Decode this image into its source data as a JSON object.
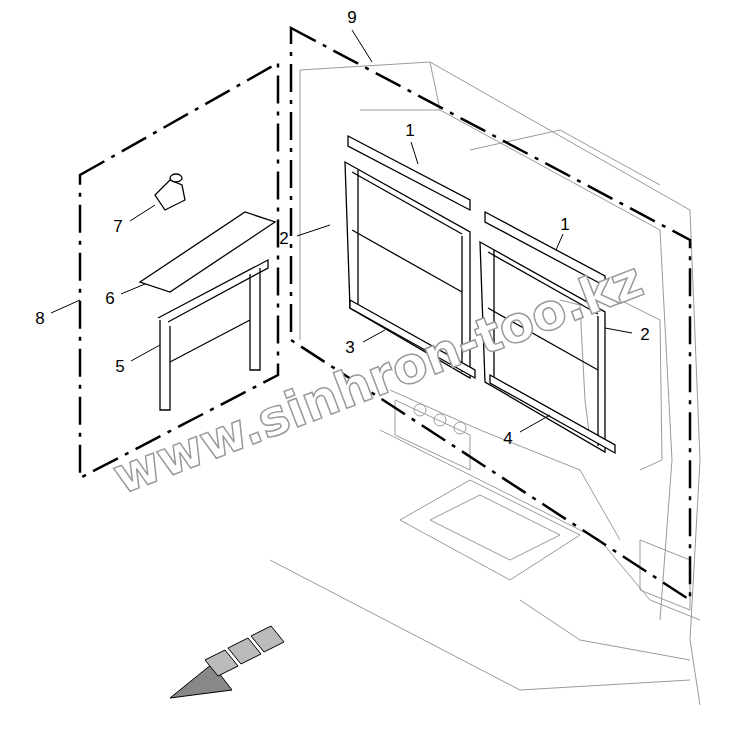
{
  "diagram": {
    "labels": [
      "9",
      "1",
      "7",
      "2",
      "1",
      "6",
      "8",
      "2",
      "5",
      "3",
      "4",
      "www.sinhron-too.kz"
    ]
  }
}
